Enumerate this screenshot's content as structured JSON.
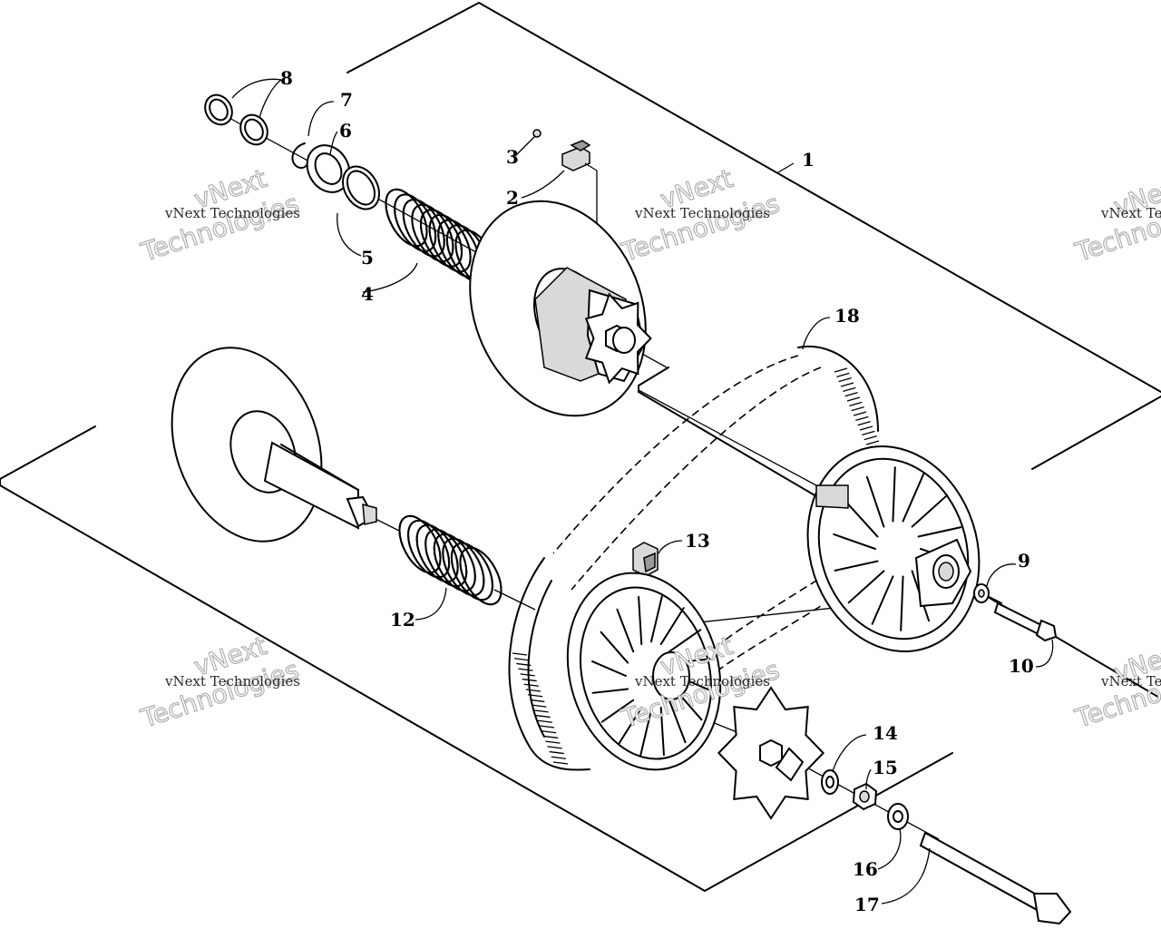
{
  "callouts": [
    "1",
    "2",
    "3",
    "4",
    "5",
    "6",
    "7",
    "8",
    "9",
    "10",
    "12",
    "13",
    "14",
    "15",
    "16",
    "17",
    "18"
  ],
  "watermark": {
    "small": "vNext Technologies",
    "large_line1": "vNext",
    "large_line2": "Technologies"
  }
}
